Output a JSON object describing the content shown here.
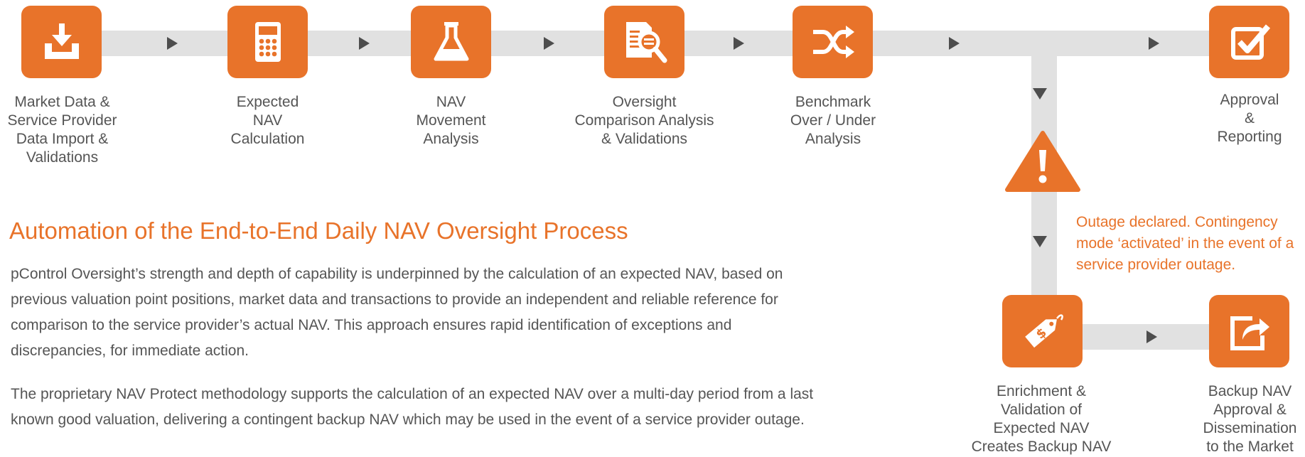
{
  "steps": [
    {
      "label": "Market Data &\nService Provider\nData Import &\nValidations",
      "icon": "inbox-download-icon"
    },
    {
      "label": "Expected\nNAV\nCalculation",
      "icon": "calculator-icon"
    },
    {
      "label": "NAV\nMovement\nAnalysis",
      "icon": "flask-icon"
    },
    {
      "label": "Oversight\nComparison Analysis\n& Validations",
      "icon": "document-magnifier-icon"
    },
    {
      "label": "Benchmark\nOver / Under\nAnalysis",
      "icon": "shuffle-icon"
    },
    {
      "label": "Approval\n&\nReporting",
      "icon": "checkbox-icon"
    },
    {
      "label": "Enrichment &\nValidation of\nExpected NAV\nCreates Backup NAV",
      "icon": "price-tag-icon"
    },
    {
      "label": "Backup NAV\nApproval &\nDissemination\nto the Market",
      "icon": "share-export-icon"
    }
  ],
  "warning_icon": "warning-triangle-icon",
  "outage_note": "Outage declared. Contingency mode ‘activated’ in the event of a service provider outage.",
  "title": "Automation of the End-to-End Daily NAV Oversight Process",
  "paragraphs": [
    "pControl Oversight’s strength and depth of capability is underpinned by the calculation of an expected NAV, based on previous valuation point positions, market data and transactions to provide an independent and reliable reference for comparison to the service provider’s actual NAV.  This approach ensures rapid identification of exceptions and discrepancies, for immediate action.",
    "The proprietary NAV Protect methodology supports the calculation of an expected NAV over a multi-day period from a last known good valuation,  delivering a contingent backup NAV which may be used in the event of a service provider outage."
  ],
  "colors": {
    "accent": "#e8732a",
    "connector": "#e1e1e1",
    "arrow": "#4d4d4d",
    "text": "#555555"
  }
}
